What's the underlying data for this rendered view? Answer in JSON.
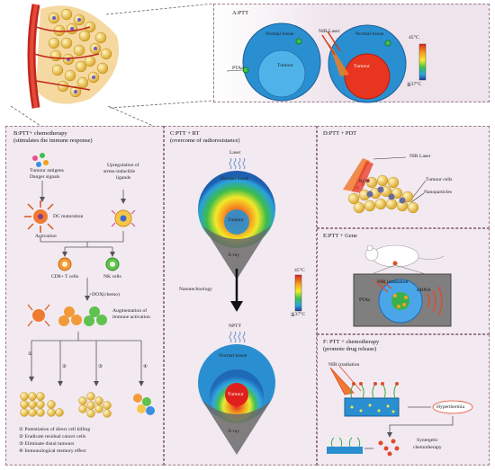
{
  "panelA": {
    "title": "A:PTT",
    "left_sphere": {
      "normal_tissue": "Normal tissue",
      "tumour": "Tumour",
      "ptas": "PTAs"
    },
    "right_sphere": {
      "nir_laser": "NIR Laser",
      "normal_tissue": "Normal tissue",
      "tumour": "Tumour"
    },
    "scale_top": "45°C",
    "scale_bottom": "≦37°C"
  },
  "panelB": {
    "title": "B:PTT+ chemotherapy",
    "subtitle": "(stimulates the immune response)",
    "tumour_antigens": "Tumour antigens",
    "danger_signals": "Danger signals",
    "upregulation": "Upregulation of",
    "stress_inducible": "stress-inducible",
    "ligands": "ligands",
    "dc_maturation": "DC maturation",
    "activation": "Activation",
    "cd8": "CD8+ T cells",
    "nk": "NK cells",
    "dox": "+DOX(chemo)",
    "augmentation": "Augmentation of",
    "immune_activation": "immune activation",
    "markers": [
      "①",
      "②",
      "③",
      "④"
    ],
    "legend": [
      "① Potentiation of direct cell killing",
      "② Eradicate residual cancer cells",
      "③ Eliminate distal tumours",
      "④ Immunological memory effect"
    ]
  },
  "panelC": {
    "title": "C:PTT + RT",
    "subtitle": "(overcome of radioresistance)",
    "laser": "Laser",
    "normal_tissue_top": "Normal tissue",
    "tumour_top": "Tumour",
    "xray_top": "X-ray",
    "nanotechnology": "Nanotechnology",
    "nptt": "NPTT",
    "normal_tissue_bottom": "Normal tissue",
    "tumour_bottom": "Tumour",
    "xray_bottom": "X-ray",
    "scale_top": "45°C",
    "scale_bottom": "≦37°C"
  },
  "panelD": {
    "title": "D:PTT + PDT",
    "nir_laser": "NIR Laser",
    "ros": "ROS",
    "tumour_cells": "Tumour cells",
    "nanoparticles": "Nanoparticles"
  },
  "panelE": {
    "title": "E:PTT + Gene",
    "nir_irradiation": "NIR irradiation",
    "sirna": "siRNA",
    "ptas": "PTAs"
  },
  "panelF": {
    "title": "F: PTT + chemotherapy",
    "subtitle": "(promote drug release)",
    "nir_irradiation": "NIR irradiation",
    "hyperthermia": "Hyperthermia",
    "synergetic": "Synergetic",
    "chemotherapy": "chemotherapy"
  },
  "colors": {
    "panel_bg": "#f3eaf1",
    "panel_border": "#9a7a8c",
    "sphere_blue": "#2a8fd0",
    "tumour_red": "#e8351f",
    "arrow": "#555555"
  }
}
